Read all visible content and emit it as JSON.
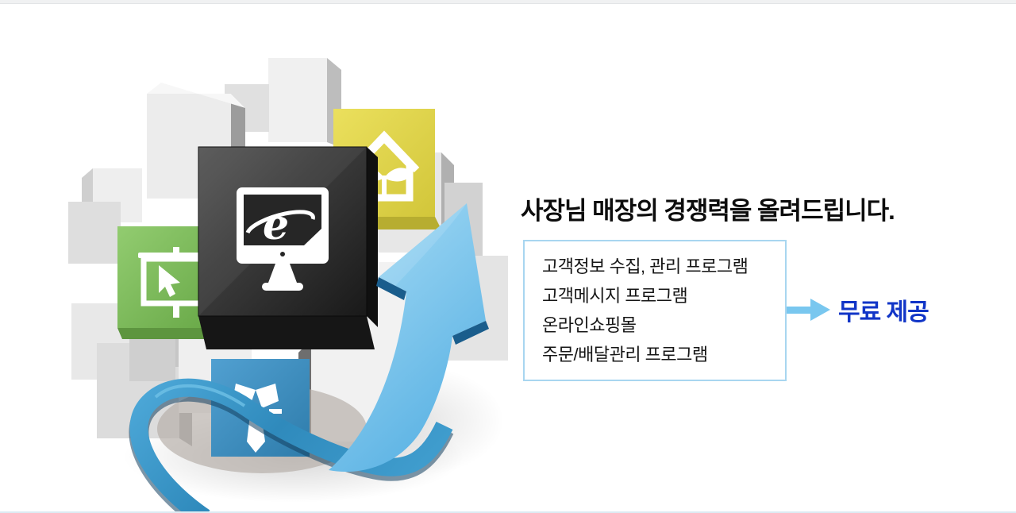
{
  "page": {
    "background": "#ffffff",
    "top_bar_color": "#f0f1f2",
    "bottom_line_color": "#dcebf3"
  },
  "hero": {
    "headline": "사장님 매장의 경쟁력을 올려드립니다.",
    "features": {
      "border_color": "#a8d6f0",
      "items": [
        "고객정보 수집, 관리 프로그램",
        "고객메시지 프로그램",
        "온라인쇼핑몰",
        "주문/배달관리 프로그램"
      ]
    },
    "callout": {
      "label": "무료 제공",
      "label_color": "#1135c7",
      "arrow_color": "#79c7ef",
      "arrow_icon": "arrow-right-icon"
    }
  },
  "illustration": {
    "icons": [
      "ie-browser-monitor-icon",
      "eco-house-icon",
      "presentation-board-icon",
      "cursor-icon",
      "necktie-icon",
      "growth-arrow-icon",
      "ribbon-swoosh"
    ],
    "colors": {
      "dark_cube": "#2b2b2b",
      "yellow_cube": "#e3d84e",
      "green_cube": "#7dbf5e",
      "blue_cube": "#3f8fc0",
      "arrow_blue": "#7cc4e8",
      "ribbon_blue": "#2f8abc"
    }
  }
}
